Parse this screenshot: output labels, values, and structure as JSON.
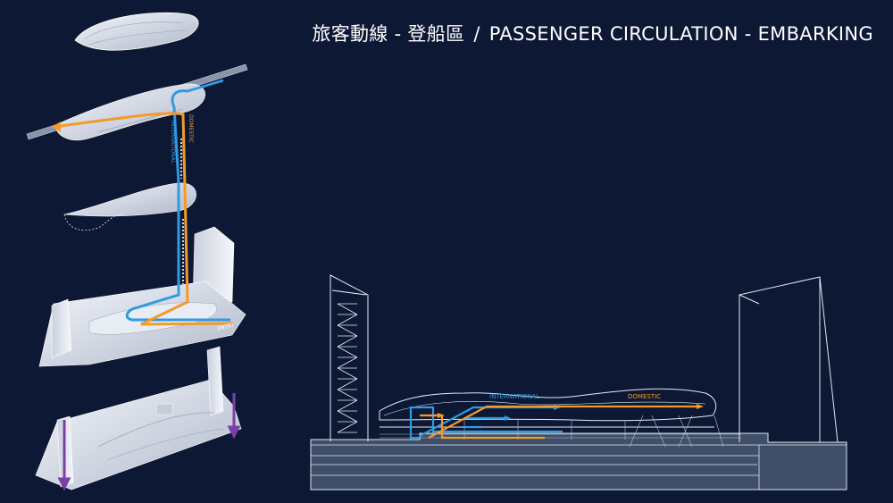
{
  "title": {
    "chinese": "旅客動線 - 登船區",
    "separator": "/",
    "english": "PASSENGER CIRCULATION - EMBARKING"
  },
  "exploded_axonometric": {
    "labels": {
      "domestic": "DOMESTIC",
      "international": "INTERNATIONAL",
      "entry": "ENTRY"
    }
  },
  "section": {
    "labels": {
      "international": "INTERNATIONAL",
      "domestic": "DOMESTIC"
    }
  },
  "colors": {
    "background": "#0c1834",
    "domestic": "#f39a2b",
    "international": "#2f9be0",
    "vertical_core": "#7b3fa8",
    "building": "#dde3ee"
  }
}
